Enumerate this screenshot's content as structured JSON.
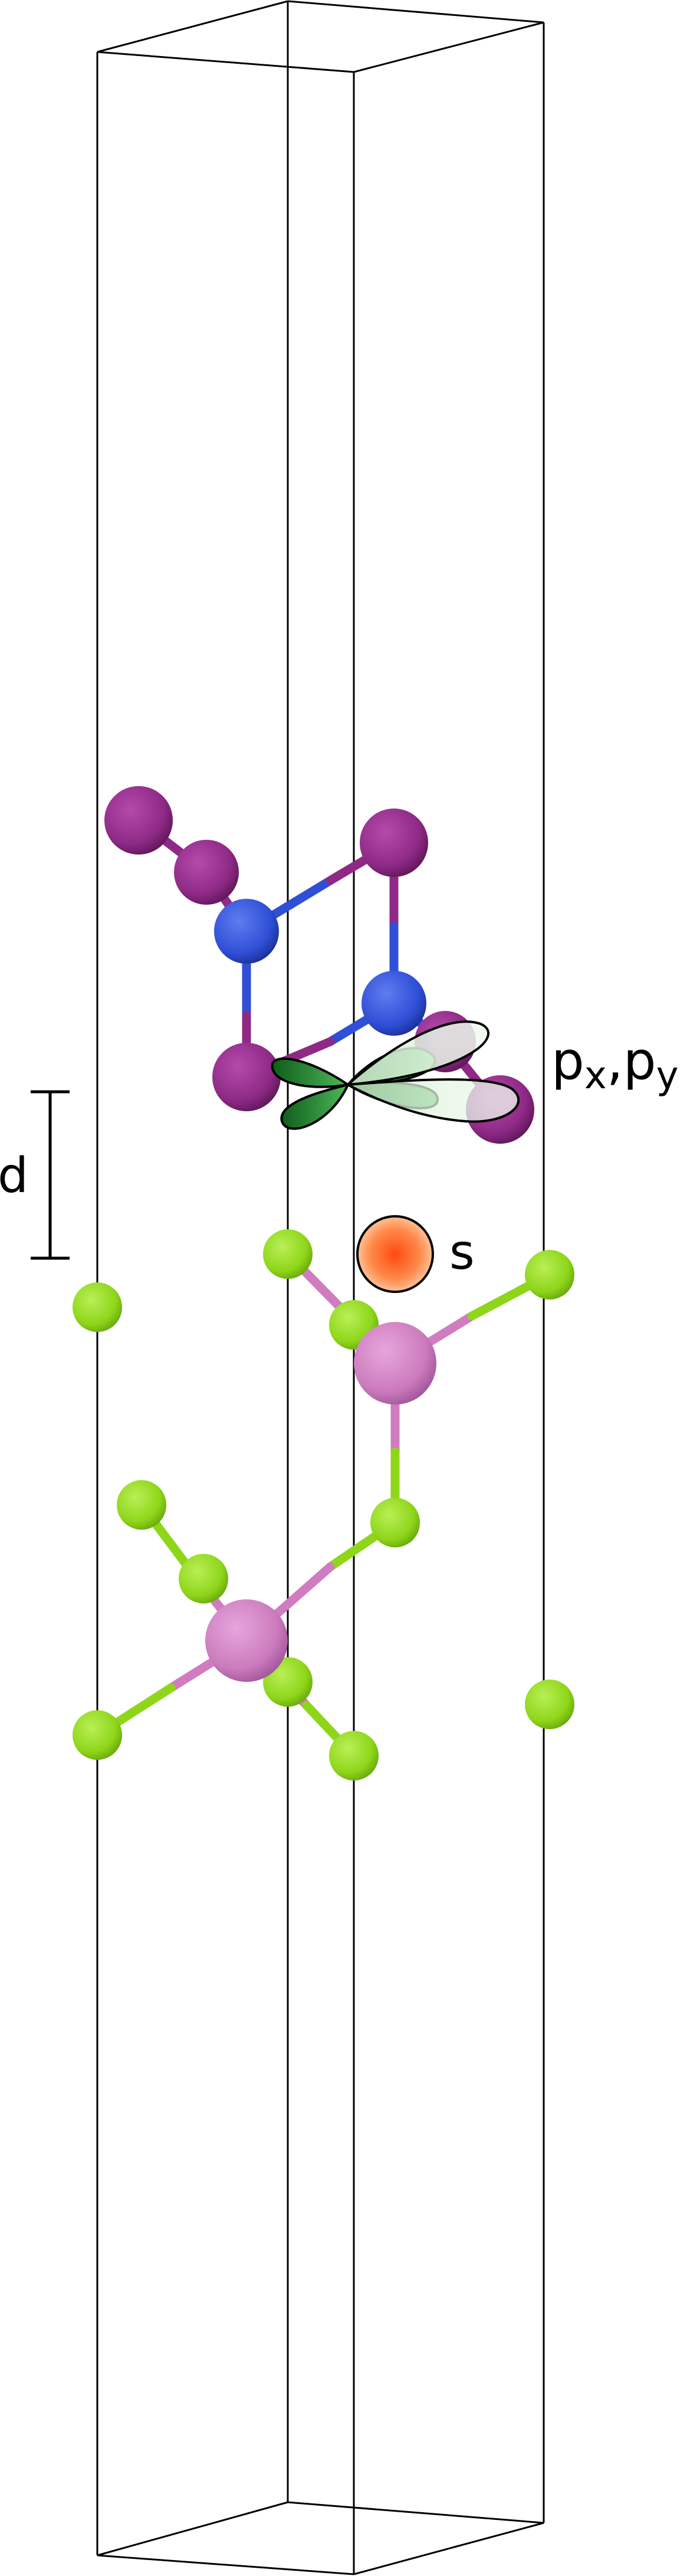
{
  "labels": {
    "d": "d",
    "p_main": "p",
    "p_sub_x": "x",
    "p_sep": ",",
    "p_main2": "p",
    "p_sub_y": "y",
    "s": "s"
  },
  "atom_colors": {
    "bromine": "#8e2a86",
    "nitrogen": "#2f4fd6",
    "phosphorus": "#d07cc0",
    "fluorine": "#8fd61a",
    "orbital_p": "#2f8f3a",
    "orbital_s": "#ff7a30"
  }
}
